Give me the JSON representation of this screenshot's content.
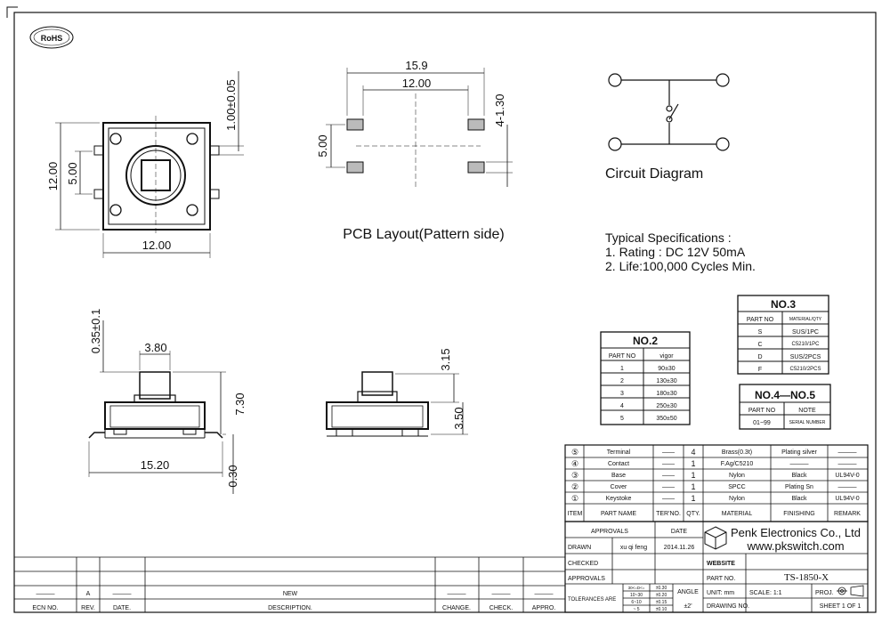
{
  "logo_text": "RoHS",
  "top_view": {
    "width": "12.00",
    "height": "12.00",
    "inner": "5.00"
  },
  "pcb": {
    "caption": "PCB Layout(Pattern side)",
    "outer": "15.9",
    "inner": "12.00",
    "height": "5.00",
    "pad": "4-1.30",
    "top_pad": "1.00±0.05"
  },
  "circuit": {
    "caption": "Circuit Diagram"
  },
  "specs": {
    "title": "Typical Specifications :",
    "line1": "1. Rating : DC 12V 50mA",
    "line2": "2. Life:100,000 Cycles Min."
  },
  "side_view": {
    "top_thickness": "0.35±0.1",
    "plunger": "3.80",
    "height": "7.30",
    "width": "15.20",
    "bottom": "0.30"
  },
  "front_view": {
    "plunger_h": "3.15",
    "body_h": "3.50"
  },
  "no2": {
    "title": "NO.2",
    "headers": [
      "PART NO",
      "vigor"
    ],
    "rows": [
      [
        "1",
        "90±30"
      ],
      [
        "2",
        "130±30"
      ],
      [
        "3",
        "180±30"
      ],
      [
        "4",
        "250±30"
      ],
      [
        "5",
        "350±50"
      ]
    ]
  },
  "no3": {
    "title": "NO.3",
    "headers": [
      "PART NO",
      "MATERIAL/QTY"
    ],
    "rows": [
      [
        "S",
        "SUS/1PC"
      ],
      [
        "C",
        "C5210/1PC"
      ],
      [
        "D",
        "SUS/2PCS"
      ],
      [
        "F",
        "C5210/2PCS"
      ]
    ]
  },
  "no45": {
    "title": "NO.4—NO.5",
    "headers": [
      "PART NO",
      "NOTE"
    ],
    "row": [
      "01~99",
      "SERIAL NUMBER"
    ]
  },
  "bom": {
    "rows": [
      {
        "item": "⑤",
        "name": "Terminal",
        "ter": "——",
        "qty": "4",
        "material": "Brass(0.3t)",
        "finish": "Plating silver",
        "remark": "———"
      },
      {
        "item": "④",
        "name": "Contact",
        "ter": "——",
        "qty": "1",
        "material": "F.Ag/C5210",
        "finish": "———",
        "remark": "———"
      },
      {
        "item": "③",
        "name": "Base",
        "ter": "——",
        "qty": "1",
        "material": "Nylon",
        "finish": "Black",
        "remark": "UL94V-0"
      },
      {
        "item": "②",
        "name": "Cover",
        "ter": "——",
        "qty": "1",
        "material": "SPCC",
        "finish": "Plating Sn",
        "remark": "———"
      },
      {
        "item": "①",
        "name": "Keystoke",
        "ter": "——",
        "qty": "1",
        "material": "Nylon",
        "finish": "Black",
        "remark": "UL94V-0"
      }
    ],
    "headers": [
      "ITEM",
      "PART NAME",
      "TER'NO.",
      "QTY.",
      "MATERIAL",
      "FINISHING",
      "REMARK"
    ]
  },
  "title_block": {
    "approvals": "APPROVALS",
    "date": "DATE",
    "drawn": "DRAWN",
    "drawn_by": "xu qi feng",
    "drawn_date": "2014.11.26",
    "checked": "CHECKED",
    "approvals2": "APPROVALS",
    "tolerances": "TOLERANCES ARE",
    "tol_ranges": [
      "30<=D<=",
      "10~30",
      "6~10",
      "~ 5"
    ],
    "tol_values": [
      "±0.30",
      "±0.20",
      "±0.15",
      "±0.10"
    ],
    "angle": "ANGLE",
    "angle_value": "±2'",
    "company": "Penk Electronics Co., Ltd",
    "website_url": "www.pkswitch.com",
    "website": "WEBSITE",
    "part_no_label": "PART NO.",
    "part_no": "TS-1850-X",
    "unit": "UNIT: mm",
    "scale": "SCALE:  1:1",
    "proj": "PROJ.",
    "drawing_no": "DRAWING NO.",
    "sheet": "SHEET  1  OF  1"
  },
  "revision": {
    "headers": [
      "ECN NO.",
      "REV.",
      "DATE.",
      "DESCRIPTION.",
      "CHANGE.",
      "CHECK.",
      "APPRO."
    ],
    "row": [
      "———",
      "A",
      "———",
      "NEW",
      "———",
      "———",
      "———"
    ]
  }
}
